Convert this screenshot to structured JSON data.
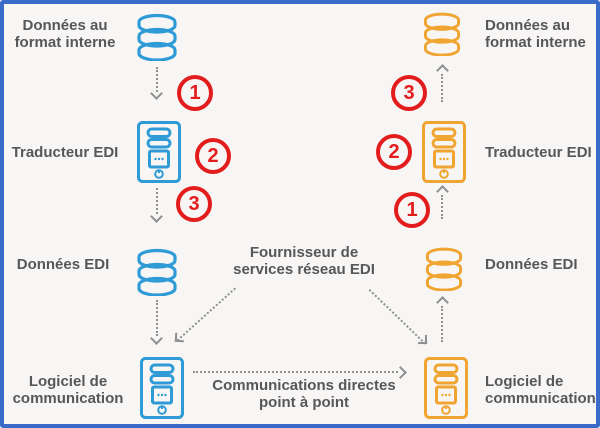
{
  "colors": {
    "frame_blue": "#3A6BC8",
    "icon_blue": "#2E9BD6",
    "icon_orange": "#F0A431",
    "step_red": "#E31D1D",
    "text_gray": "#57575A",
    "arrow_gray": "#8F8F8F",
    "background": "#F7F6F4"
  },
  "left_flow": {
    "internal_data_label": {
      "line1": "Données au",
      "line2": "format interne"
    },
    "translator_label": "Traducteur EDI",
    "edi_data_label": "Données EDI",
    "comm_software_label": {
      "line1": "Logiciel de",
      "line2": "communication"
    },
    "step_top": "1",
    "step_middle": "2",
    "step_bottom": "3"
  },
  "right_flow": {
    "internal_data_label": {
      "line1": "Données au",
      "line2": "format interne"
    },
    "translator_label": "Traducteur EDI",
    "edi_data_label": "Données EDI",
    "comm_software_label": {
      "line1": "Logiciel de",
      "line2": "communication"
    },
    "step_top": "3",
    "step_middle": "2",
    "step_bottom": "1"
  },
  "center": {
    "network_provider_label": {
      "line1": "Fournisseur de",
      "line2": "services réseau EDI"
    },
    "direct_comm_label": {
      "line1": "Communications directes",
      "line2": "point à point"
    }
  }
}
